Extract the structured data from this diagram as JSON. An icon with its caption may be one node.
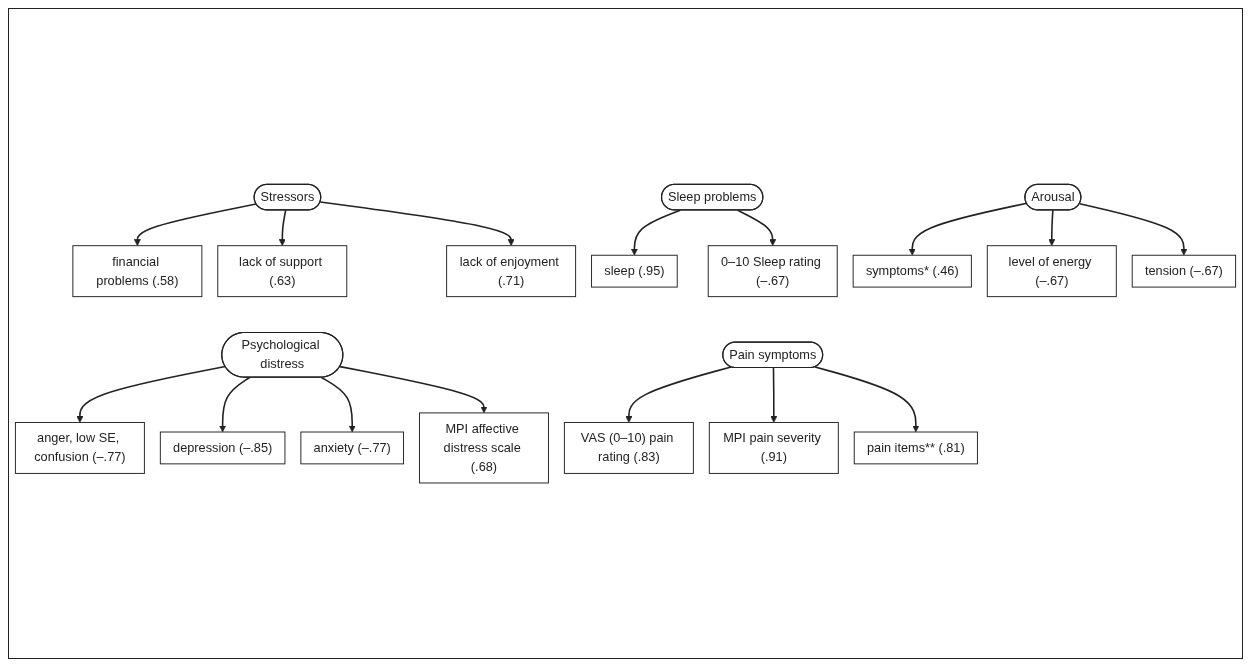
{
  "diagram": {
    "nodes": [
      {
        "text": [
          "financial problems (.58)"
        ]
      },
      {
        "text": [
          "lack of support (.63)"
        ]
      },
      {
        "text": [
          "lack of enjoyment (.71)"
        ]
      },
      {
        "text": [
          "sleep (.95)"
        ]
      },
      {
        "text": [
          "0–10 Sleep rating (–.67)"
        ]
      },
      {
        "text": [
          "symptoms* (.46)"
        ]
      },
      {
        "text": [
          "Stressors"
        ]
      },
      {
        "text": [
          "Sleep problems"
        ]
      },
      {
        "text": [
          "Arousal"
        ]
      },
      {
        "text": [
          "anger, low SE, confusion (–.77)"
        ]
      },
      {
        "text": [
          "Psychological distress"
        ]
      },
      {
        "text": [
          "Pain symptoms"
        ]
      },
      {
        "text": [
          "VAS (0–10) pain rating (.83)"
        ]
      },
      {
        "text": [
          "level of energy (–.67)"
        ]
      },
      {
        "text": [
          "tension (–.67)"
        ]
      },
      {
        "text": [
          "depression (–.85)"
        ]
      },
      {
        "text": [
          "anxiety (–.77)"
        ]
      },
      {
        "text": [
          "MPI affective distress scale (.68)"
        ]
      },
      {
        "text": [
          "MPI pain severity (.91)"
        ]
      },
      {
        "text": [
          "pain items** (.81)"
        ]
      }
    ],
    "edges": [
      {
        "from": 6,
        "to": 0,
        "arrow": "to"
      },
      {
        "from": 6,
        "to": 1,
        "arrow": "to"
      },
      {
        "from": 6,
        "to": 2,
        "arrow": "to"
      },
      {
        "from": 7,
        "to": 3,
        "arrow": "to"
      },
      {
        "from": 7,
        "to": 4,
        "arrow": "to"
      },
      {
        "from": 8,
        "to": 5,
        "arrow": "to"
      },
      {
        "from": 10,
        "to": 9,
        "arrow": "to"
      },
      {
        "from": 11,
        "to": 12,
        "arrow": "to"
      },
      {
        "from": 8,
        "to": 13,
        "arrow": "to"
      },
      {
        "from": 8,
        "to": 14,
        "arrow": "to"
      },
      {
        "from": 10,
        "to": 15,
        "arrow": "to"
      },
      {
        "from": 10,
        "to": 16,
        "arrow": "to"
      },
      {
        "from": 10,
        "to": 17,
        "arrow": "to"
      },
      {
        "from": 11,
        "to": 18,
        "arrow": "to"
      },
      {
        "from": 11,
        "to": 19,
        "arrow": "to"
      }
    ]
  }
}
